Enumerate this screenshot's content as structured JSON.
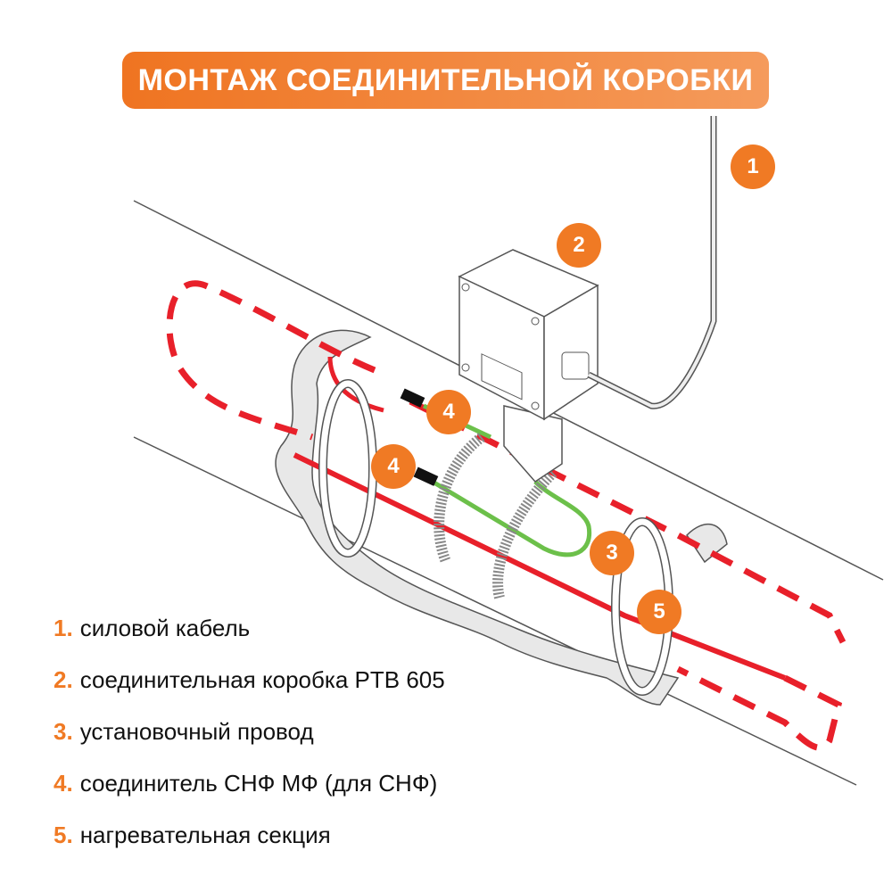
{
  "title": "МОНТАЖ СОЕДИНИТЕЛЬНОЙ КОРОБКИ",
  "badges": [
    "1",
    "2",
    "3",
    "4",
    "4",
    "5"
  ],
  "legend": [
    {
      "num": "1.",
      "text": "силовой кабель"
    },
    {
      "num": "2.",
      "text": "соединительная коробка PTB 605"
    },
    {
      "num": "3.",
      "text": "установочный провод"
    },
    {
      "num": "4.",
      "text": "соединитель СНФ МФ (для СНФ)"
    },
    {
      "num": "5.",
      "text": "нагревательная секция"
    }
  ],
  "colors": {
    "accent": "#f07a24",
    "heating_cable": "#e8202a",
    "install_wire": "#6cc04a",
    "outline": "#555555"
  }
}
